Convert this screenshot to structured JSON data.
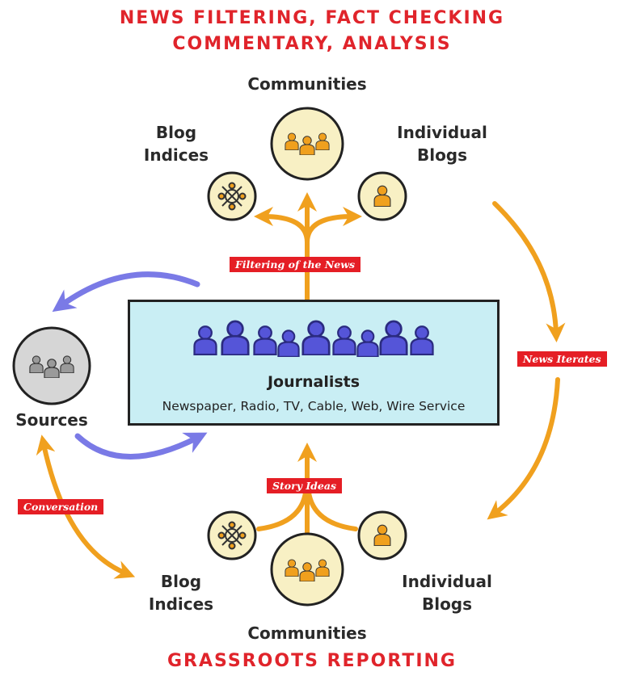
{
  "headings": {
    "top_line1": "NEWS FILTERING, FACT CHECKING",
    "top_line2": "COMMENTARY, ANALYSIS",
    "bottom": "GRASSROOTS REPORTING"
  },
  "top_nodes": {
    "communities": "Communities",
    "blog_indices_l1": "Blog",
    "blog_indices_l2": "Indices",
    "individual_blogs_l1": "Individual",
    "individual_blogs_l2": "Blogs"
  },
  "bottom_nodes": {
    "communities": "Communities",
    "blog_indices_l1": "Blog",
    "blog_indices_l2": "Indices",
    "individual_blogs_l1": "Individual",
    "individual_blogs_l2": "Blogs"
  },
  "center": {
    "title": "Journalists",
    "subtitle": "Newspaper, Radio, TV, Cable, Web, Wire Service"
  },
  "sources": {
    "label": "Sources"
  },
  "tags": {
    "filtering": "Filtering of the News",
    "news_iterates": "News Iterates",
    "story_ideas": "Story Ideas",
    "conversation": "Conversation"
  },
  "colors": {
    "heading_red": "#e0242b",
    "tag_red": "#e51e25",
    "arrow_orange": "#f0a01e",
    "arrow_blue": "#7a7ae6",
    "person_blue": "#5555d8",
    "person_orange": "#f0a01e",
    "node_fill": "#f8f0c4",
    "sources_fill": "#d6d6d6",
    "box_fill": "#c9eef4"
  }
}
